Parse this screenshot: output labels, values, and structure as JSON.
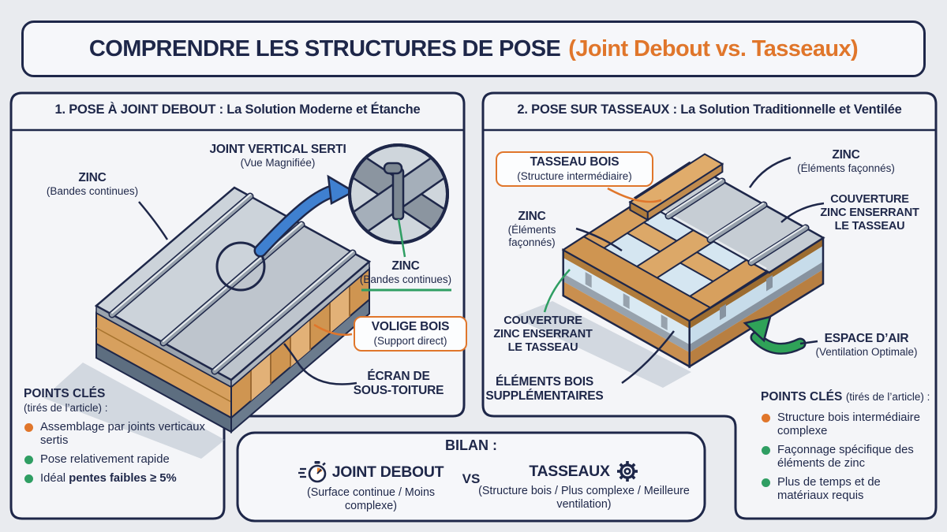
{
  "colors": {
    "navy": "#1e2749",
    "orange": "#e0762b",
    "green": "#2f9e63",
    "blue_arrow": "#3f80d0",
    "page_bg": "#e9ebef",
    "panel_bg": "#f4f5f8",
    "wood": "#d7a05e",
    "zinc": "#c6cdd4",
    "air_blue": "#d9e9f3"
  },
  "title": {
    "main": "COMPRENDRE LES STRUCTURES DE POSE",
    "accent": "(Joint Debout vs. Tasseaux)"
  },
  "panels": {
    "left": {
      "header": "1. POSE À JOINT DEBOUT : La Solution Moderne et Étanche",
      "labels": {
        "zinc": {
          "title": "ZINC",
          "sub": "(Bandes continues)"
        },
        "joint": {
          "title": "JOINT VERTICAL SERTI",
          "sub": "(Vue Magnifiée)"
        },
        "zinc_mag": {
          "title": "ZINC",
          "sub": "(Bandes continues)"
        },
        "volige": {
          "title": "VOLIGE BOIS",
          "sub": "(Support direct)"
        },
        "ecran": {
          "line1": "ÉCRAN DE",
          "line2": "SOUS-TOITURE"
        }
      },
      "points": {
        "title": "POINTS CLÉS",
        "subtitle": "(tirés de l’article) :",
        "items": [
          {
            "text": "Assemblage par joints verticaux sertis",
            "bullet": "#e0762b"
          },
          {
            "text": "Pose relativement rapide",
            "bullet": "#2f9e63"
          },
          {
            "pre": "Idéal ",
            "bold": "pentes faibles ≥ 5%",
            "bullet": "#2f9e63"
          }
        ]
      }
    },
    "right": {
      "header": "2. POSE SUR TASSEAUX : La Solution Traditionnelle et Ventilée",
      "labels": {
        "tasseau": {
          "title": "TASSEAU BOIS",
          "sub": "(Structure intermédiaire)"
        },
        "zinc_left": {
          "title": "ZINC",
          "sub_line1": "(Éléments",
          "sub_line2": "façonnés)"
        },
        "zinc_right": {
          "title": "ZINC",
          "sub": "(Éléments façonnés)"
        },
        "couverture_right": {
          "line1": "COUVERTURE",
          "line2": "ZINC ENSERRANT",
          "line3": "LE TASSEAU"
        },
        "couverture_left": {
          "line1": "COUVERTURE",
          "line2": "ZINC ENSERRANT",
          "line3": "LE TASSEAU"
        },
        "elements": {
          "line1": "ÉLÉMENTS BOIS",
          "line2": "SUPPLÉMENTAIRES"
        },
        "espace": {
          "title": "ESPACE D’AIR",
          "sub": "(Ventilation Optimale)"
        }
      },
      "points": {
        "title": "POINTS CLÉS",
        "subtitle": "(tirés de l’article) :",
        "items": [
          {
            "text": "Structure bois intermédiaire complexe",
            "bullet": "#e0762b"
          },
          {
            "text": "Façonnage spécifique des éléments de zinc",
            "bullet": "#2f9e63"
          },
          {
            "text": "Plus de temps et de matériaux requis",
            "bullet": "#2f9e63"
          }
        ]
      }
    }
  },
  "bilan": {
    "title": "BILAN :",
    "vs": "VS",
    "left": {
      "name": "JOINT DEBOUT",
      "sub": "(Surface continue / Moins complexe)",
      "icon": "stopwatch-icon"
    },
    "right": {
      "name": "TASSEAUX",
      "sub": "(Structure bois / Plus complexe / Meilleure ventilation)",
      "icon": "gear-icon"
    }
  },
  "icons": {
    "bilan_left": "stopwatch-icon",
    "bilan_right": "gear-icon",
    "left_diagram": "magnifier-circle",
    "left_arrow": "zoom-arrow-icon",
    "right_arrow": "airflow-arrow-icon"
  }
}
